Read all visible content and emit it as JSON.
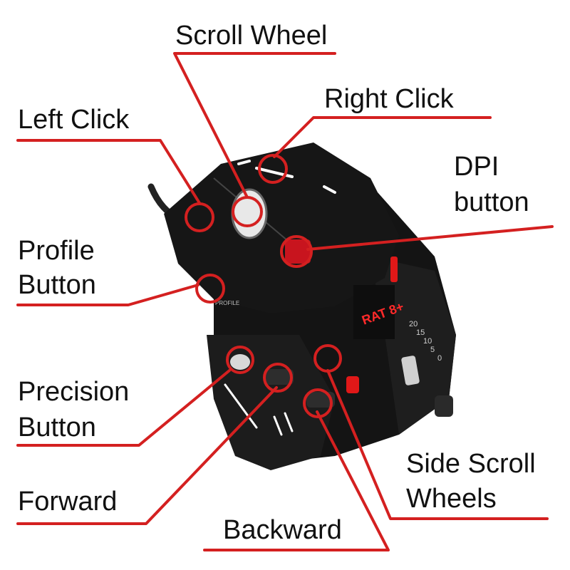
{
  "colors": {
    "leader": "#d42020",
    "body": "#141414",
    "accent": "#e01818",
    "highlight": "#ffffff"
  },
  "labels": {
    "scroll_wheel": "Scroll Wheel",
    "right_click": "Right Click",
    "left_click": "Left Click",
    "dpi_line1": "DPI",
    "dpi_line2": "button",
    "profile_line1": "Profile",
    "profile_line2": "Button",
    "precision_line1": "Precision",
    "precision_line2": "Button",
    "forward": "Forward",
    "side_scroll_line1": "Side Scroll",
    "side_scroll_line2": "Wheels",
    "backward": "Backward"
  },
  "device_markings": {
    "logo": "RAT 8+",
    "profile": "PROFILE",
    "scale": [
      "20",
      "15",
      "10",
      "5",
      "0"
    ]
  }
}
